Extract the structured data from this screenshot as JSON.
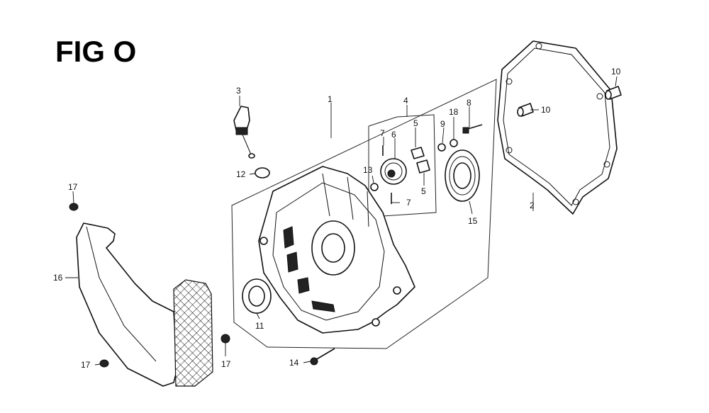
{
  "title": "FIG O",
  "callouts": [
    {
      "id": "c1",
      "text": "1"
    },
    {
      "id": "c2",
      "text": "2"
    },
    {
      "id": "c3",
      "text": "3"
    },
    {
      "id": "c4",
      "text": "4"
    },
    {
      "id": "c5a",
      "text": "5"
    },
    {
      "id": "c5b",
      "text": "5"
    },
    {
      "id": "c6",
      "text": "6"
    },
    {
      "id": "c7a",
      "text": "7"
    },
    {
      "id": "c7b",
      "text": "7"
    },
    {
      "id": "c8",
      "text": "8"
    },
    {
      "id": "c9",
      "text": "9"
    },
    {
      "id": "c10a",
      "text": "10"
    },
    {
      "id": "c10b",
      "text": "10"
    },
    {
      "id": "c11",
      "text": "11"
    },
    {
      "id": "c12",
      "text": "12"
    },
    {
      "id": "c13",
      "text": "13"
    },
    {
      "id": "c14",
      "text": "14"
    },
    {
      "id": "c15",
      "text": "15"
    },
    {
      "id": "c16",
      "text": "16"
    },
    {
      "id": "c17a",
      "text": "17"
    },
    {
      "id": "c17b",
      "text": "17"
    },
    {
      "id": "c17c",
      "text": "17"
    },
    {
      "id": "c18",
      "text": "18"
    }
  ]
}
